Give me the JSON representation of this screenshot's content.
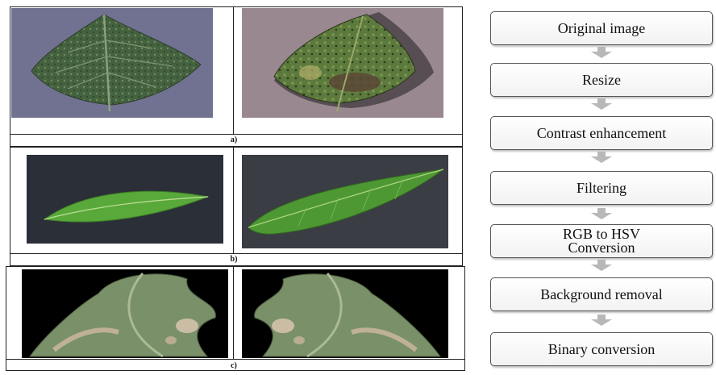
{
  "panels": [
    {
      "caption": "a)"
    },
    {
      "caption": "b)"
    },
    {
      "caption": "c)"
    }
  ],
  "flowchart": {
    "steps": [
      "Original image",
      "Resize",
      "Contrast enhancement",
      "Filtering",
      "RGB to HSV Conversion",
      "Background removal",
      "Binary conversion"
    ]
  },
  "colors": {
    "arrow": "#b8b8b8",
    "box_border": "#555555",
    "leaf_dark_green": "#3f5f3a",
    "leaf_bright_green": "#58a83a",
    "background_purple": "#6e6e8c",
    "background_pink": "#9a8890",
    "background_dark": "#2b2f38",
    "background_black": "#000000"
  }
}
